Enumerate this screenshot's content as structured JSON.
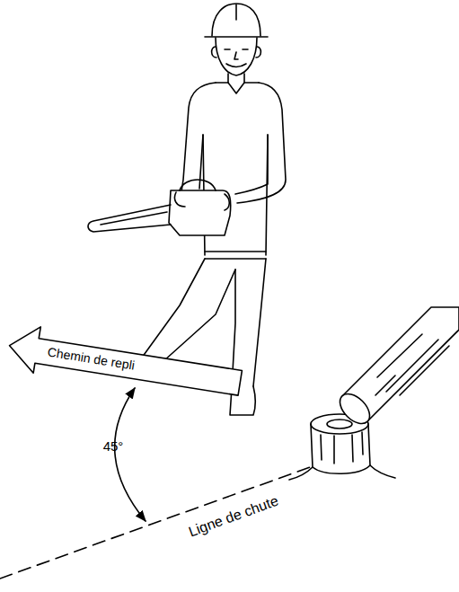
{
  "diagram": {
    "nodes": [
      {
        "text": [
          "Chemin de repli"
        ]
      }
    ],
    "labels": [
      "45°",
      "Ligne de chute"
    ]
  }
}
